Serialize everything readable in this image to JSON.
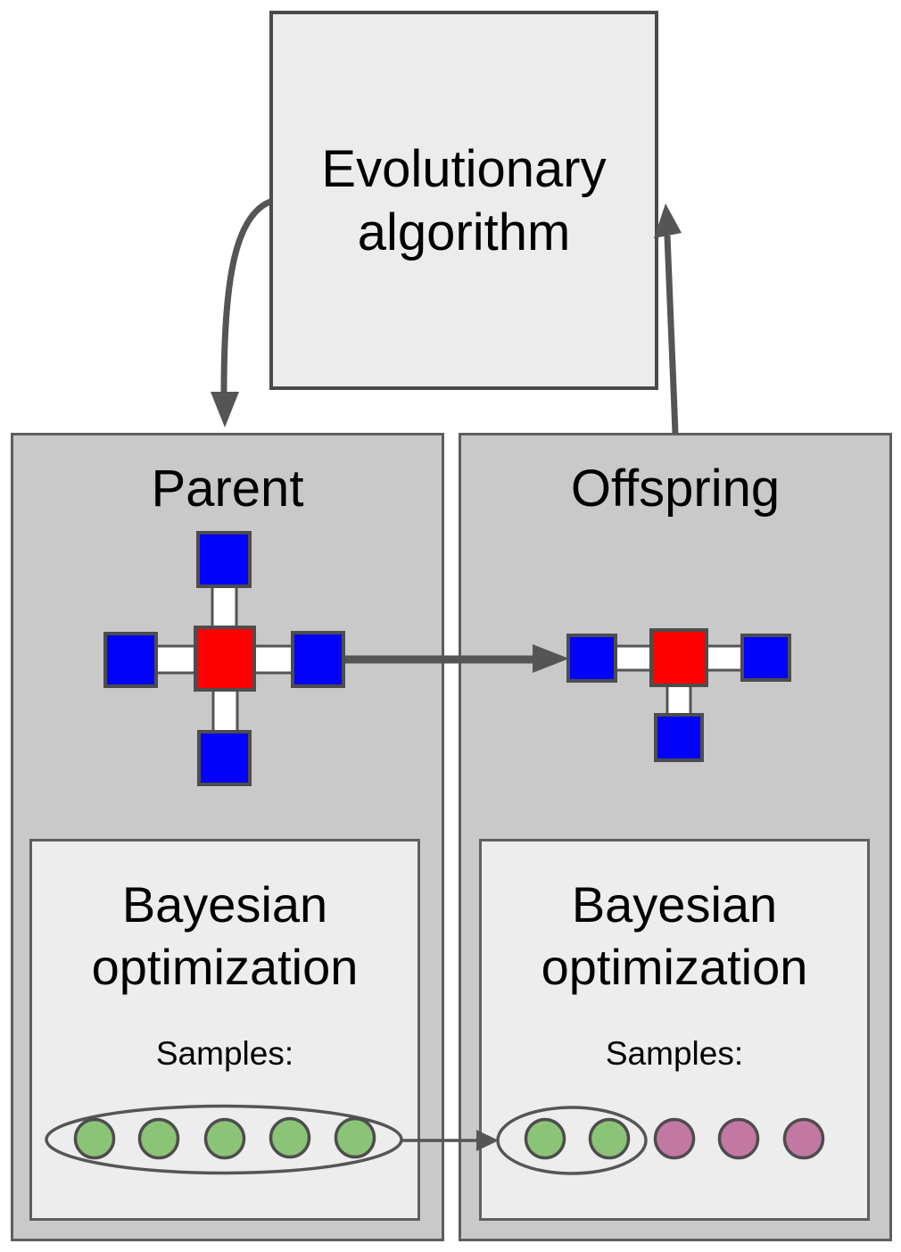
{
  "colors": {
    "module_red": "#fb0200",
    "module_blue": "#0202fa",
    "connector_white": "#ffffff",
    "sample_green": "#8cc477",
    "sample_pink": "#c378a2",
    "panel_gray": "#c9c9c9",
    "box_light_gray": "#ededed",
    "outline_gray": "#555555"
  },
  "top_box": {
    "title_line1": "Evolutionary",
    "title_line2": "algorithm"
  },
  "parent_panel": {
    "title": "Parent",
    "robot": {
      "center": "red",
      "limbs": [
        "top",
        "left",
        "right",
        "bottom"
      ]
    },
    "bayesian_box": {
      "title_line1": "Bayesian",
      "title_line2": "optimization",
      "samples_label": "Samples:"
    },
    "sample_colors": [
      "#8cc477",
      "#8cc477",
      "#8cc477",
      "#8cc477",
      "#8cc477"
    ],
    "samples_in_ellipse": 5
  },
  "offspring_panel": {
    "title": "Offspring",
    "robot": {
      "center": "red",
      "limbs": [
        "left",
        "right",
        "bottom"
      ]
    },
    "bayesian_box": {
      "title_line1": "Bayesian",
      "title_line2": "optimization",
      "samples_label": "Samples:"
    },
    "sample_colors": [
      "#8cc477",
      "#8cc477",
      "#c378a2",
      "#c378a2",
      "#c378a2"
    ],
    "samples_in_ellipse": 2
  }
}
